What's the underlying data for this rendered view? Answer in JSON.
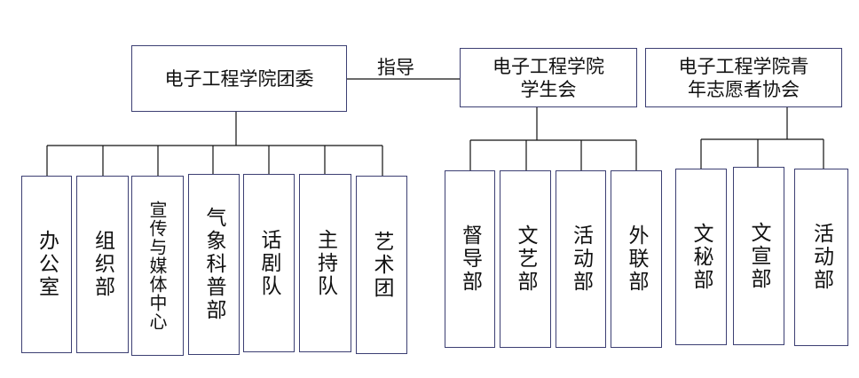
{
  "relation_label": "指导",
  "groups": [
    {
      "title": "电子工程学院团委",
      "departments": [
        "办公室",
        "组织部",
        "宣传与媒体中心",
        "气象科普部",
        "话剧队",
        "主持队",
        "艺术团"
      ]
    },
    {
      "title_lines": [
        "电子工程学院",
        "学生会"
      ],
      "departments": [
        "督导部",
        "文艺部",
        "活动部",
        "外联部"
      ]
    },
    {
      "title_lines": [
        "电子工程学院青",
        "年志愿者协会"
      ],
      "departments": [
        "文秘部",
        "文宣部",
        "活动部"
      ]
    }
  ]
}
